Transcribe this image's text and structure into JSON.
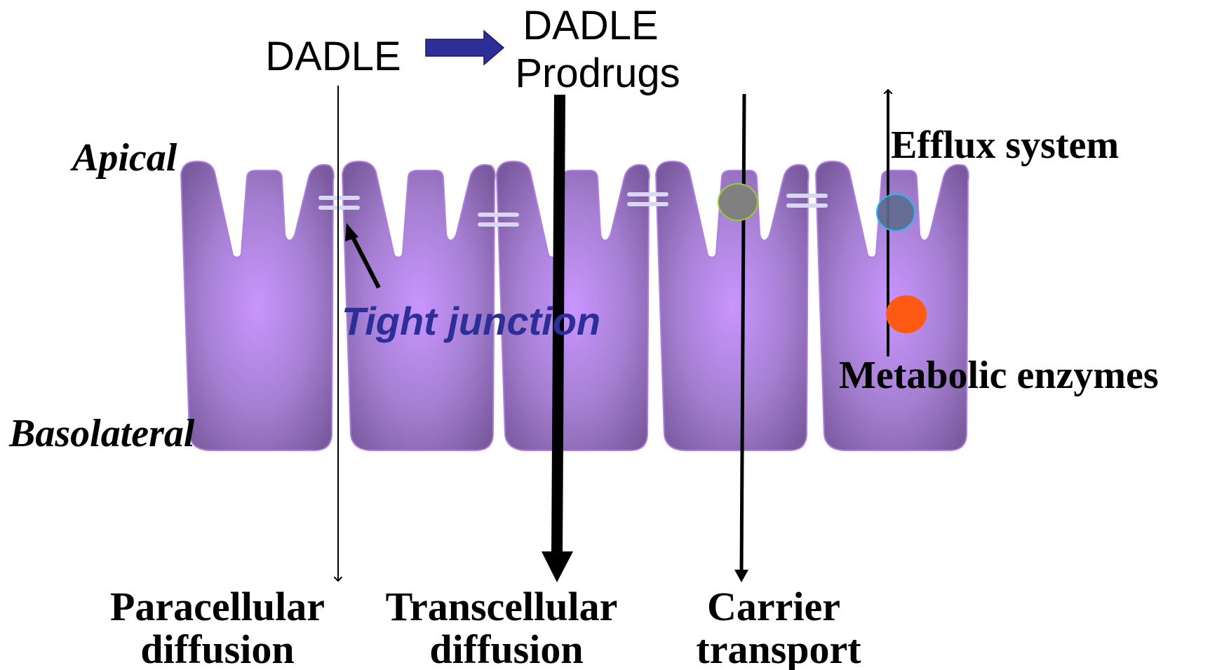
{
  "top": {
    "drug": "DADLE",
    "prodrug_line1": "DADLE",
    "prodrug_line2": "Prodrugs"
  },
  "sides": {
    "apical": "Apical",
    "basolateral": "Basolateral"
  },
  "callouts": {
    "tight_junction": "Tight junction",
    "efflux_system": "Efflux system",
    "metabolic_enzymes": "Metabolic enzymes"
  },
  "routes": [
    {
      "line1": "Paracellular",
      "line2": "diffusion"
    },
    {
      "line1": "Transcellular",
      "line2": "diffusion"
    },
    {
      "line1": "Carrier",
      "line2": "transport"
    }
  ],
  "colors": {
    "cell_center": "#C995FF",
    "cell_edge": "#7A5A9E",
    "cell_outline": "#B07FDD",
    "junction": "#D8D8F5",
    "conversion_arrow": "#2E2E99",
    "tight_junction_text": "#2E2E99",
    "carrier": "#808080",
    "carrier_outline": "#9ACD32",
    "efflux_pump": "#5F6C8C",
    "efflux_outline": "#29B6F6",
    "enzyme": "#FF5A14"
  }
}
